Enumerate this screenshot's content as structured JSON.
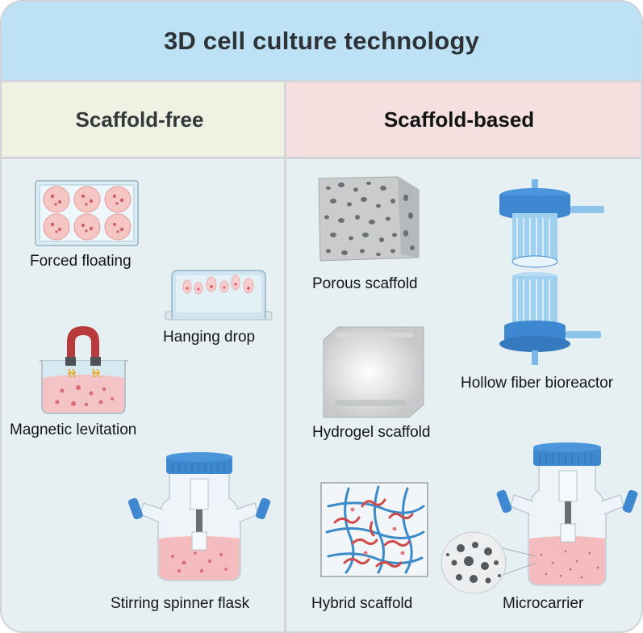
{
  "header": {
    "title": "3D cell culture technology"
  },
  "columns": [
    {
      "title": "Scaffold-free",
      "background": "#eff2e2",
      "items": [
        {
          "label": "Forced floating",
          "icon": "multiwell-plate-icon"
        },
        {
          "label": "Hanging drop",
          "icon": "hanging-drop-icon"
        },
        {
          "label": "Magnetic levitation",
          "icon": "magnet-beaker-icon"
        },
        {
          "label": "Stirring spinner flask",
          "icon": "spinner-flask-icon"
        }
      ]
    },
    {
      "title": "Scaffold-based",
      "background": "#f5dfdf",
      "items": [
        {
          "label": "Porous scaffold",
          "icon": "porous-sponge-icon"
        },
        {
          "label": "Hollow fiber bioreactor",
          "icon": "hollow-fiber-bioreactor-icon"
        },
        {
          "label": "Hydrogel scaffold",
          "icon": "hydrogel-cube-icon"
        },
        {
          "label": "Hybrid scaffold",
          "icon": "hybrid-network-icon"
        },
        {
          "label": "Microcarrier",
          "icon": "microcarrier-flask-icon"
        }
      ]
    }
  ],
  "colors": {
    "header_bg": "#bde2f6",
    "panel_bg": "#e6eff1",
    "divider": "#d3d6d8",
    "cap_blue": "#3d88d0",
    "medium_pink": "#f2b8b8",
    "magnet_red": "#b83a3a"
  }
}
